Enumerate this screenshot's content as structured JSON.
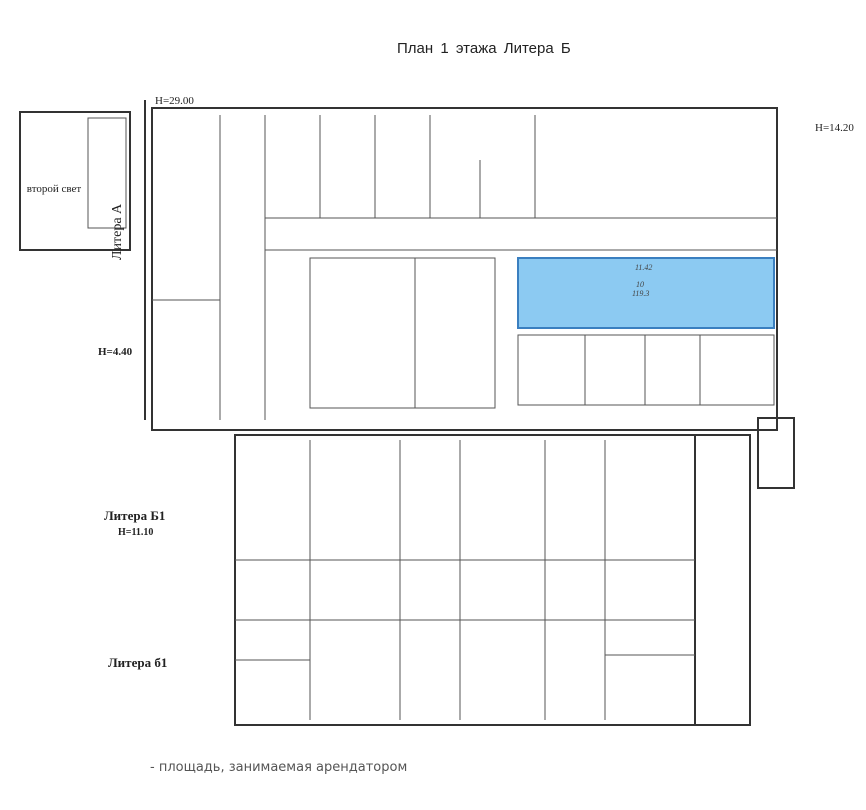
{
  "title": "План 1 этажа  Литера Б",
  "labels": {
    "h_29": "Н=29.00",
    "h_14": "Н=14.20",
    "second_light": "второй свет",
    "litera_a": "Литера А",
    "h_4": "Н=4.40",
    "litera_b1": "Литера Б1",
    "h_11": "Н=11.10",
    "litera_b1_small": "Литера б1"
  },
  "highlighted_room": {
    "width": "11.42",
    "number": "10",
    "area": "119.3",
    "color": "#8ccaf2"
  },
  "legend": "- площадь, занимаемая арендатором"
}
